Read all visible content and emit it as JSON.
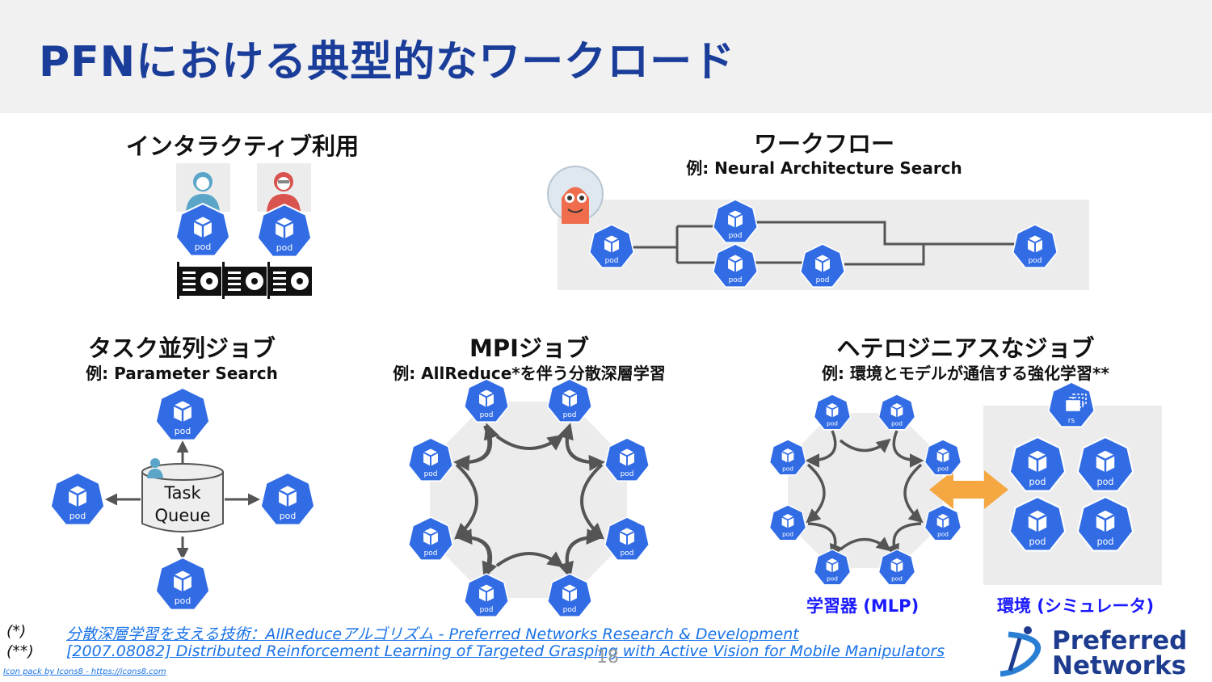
{
  "page": {
    "title": "PFNにおける典型的なワークロード",
    "page_number": "18"
  },
  "sections": {
    "interactive": {
      "title": "インタラクティブ利用"
    },
    "workflow": {
      "title": "ワークフロー",
      "example": "例: Neural Architecture Search"
    },
    "task_parallel": {
      "title": "タスク並列ジョブ",
      "example": "例: Parameter Search",
      "queue_line1": "Task",
      "queue_line2": "Queue"
    },
    "mpi": {
      "title": "MPIジョブ",
      "example": "例: AllReduce*を伴う分散深層学習"
    },
    "hetero": {
      "title": "ヘテロジニアスなジョブ",
      "example": "例: 環境とモデルが通信する強化学習**",
      "learner_label": "学習器 (MLP)",
      "env_label": "環境 (シミュレータ)"
    }
  },
  "labels": {
    "pod": "pod",
    "rs": "rs"
  },
  "footnotes": [
    {
      "mark": "(*)",
      "text": "分散深層学習を支える技術：AllReduceアルゴリズム - Preferred Networks Research & Development"
    },
    {
      "mark": "(**)",
      "text": "[2007.08082] Distributed Reinforcement Learning of Targeted Grasping with Active Vision for Mobile Manipulators"
    }
  ],
  "credit": "Icon pack by Icons8 - https://icons8.com",
  "logo": {
    "line1": "Preferred",
    "line2": "Networks"
  },
  "colors": {
    "title": "#1a3d9a",
    "pod": "#326ce5",
    "panel": "#ececec",
    "arrow": "#555555",
    "orange": "#f5a742",
    "label_blue": "#1a1aff",
    "link": "#1a73e8"
  },
  "icons": [
    "user-icon",
    "gpu-card-icon",
    "argo-mascot-icon",
    "pod-icon",
    "replicaset-icon",
    "database-icon",
    "pfn-logo-icon"
  ]
}
